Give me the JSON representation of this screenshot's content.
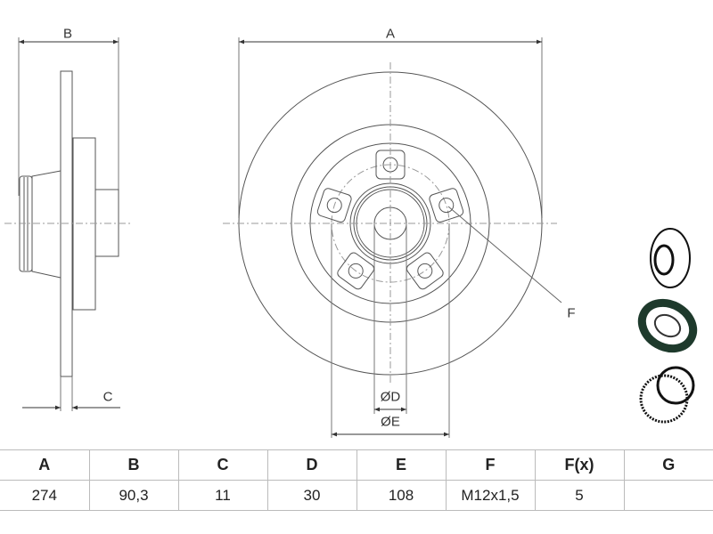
{
  "labels": {
    "A": "A",
    "B": "B",
    "C": "C",
    "D": "ØD",
    "E": "ØE",
    "F": "F"
  },
  "table": {
    "headers": [
      "A",
      "B",
      "C",
      "D",
      "E",
      "F",
      "F(x)",
      "G"
    ],
    "values": [
      "274",
      "90,3",
      "11",
      "30",
      "108",
      "M12x1,5",
      "5",
      ""
    ]
  },
  "icons": [
    "brake-disc-icon",
    "wheel-bearing-icon",
    "abs-ring-icon"
  ]
}
